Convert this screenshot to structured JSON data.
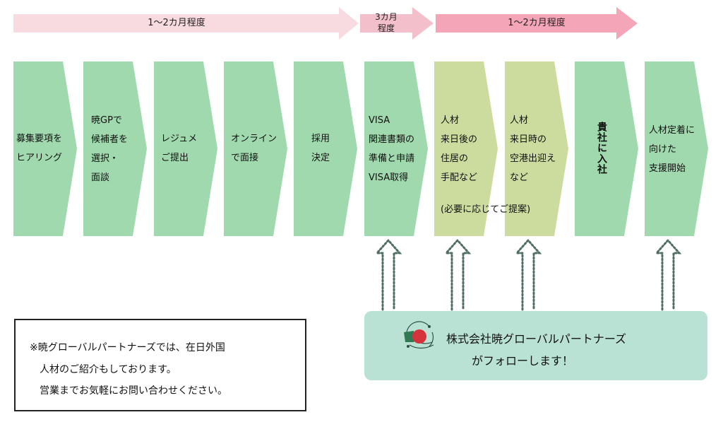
{
  "timeline": [
    {
      "label": "1〜2カ月程度",
      "color": "#f8dbe1"
    },
    {
      "label": "3カ月\n程度",
      "line1": "3カ月",
      "line2": "程度",
      "color": "#f3bfcb"
    },
    {
      "label": "1〜2カ月程度",
      "color": "#f4a6b8"
    }
  ],
  "colors": {
    "step_green": "#9fd9ad",
    "step_olive": "#ccdc9e",
    "follow_box": "#b9e2d4",
    "dotted_arrow": "#4f6f64",
    "logo_red": "#d5323c",
    "logo_green": "#2f7a52"
  },
  "steps": [
    {
      "lines": [
        "募集要項を",
        "ヒアリング"
      ],
      "tone": "green"
    },
    {
      "lines": [
        "暁GPで",
        "候補者を",
        "選択・",
        "面談"
      ],
      "tone": "green"
    },
    {
      "lines": [
        "レジュメ",
        "ご提出"
      ],
      "tone": "green"
    },
    {
      "lines": [
        "オンライン",
        "で面接"
      ],
      "tone": "green"
    },
    {
      "lines": [
        "採用",
        "決定"
      ],
      "tone": "green"
    },
    {
      "lines": [
        "VISA",
        "関連書類の",
        "準備と申請",
        "VISA取得"
      ],
      "tone": "green"
    },
    {
      "lines": [
        "人材",
        "来日後の",
        "住居の",
        "手配など"
      ],
      "tone": "olive"
    },
    {
      "lines": [
        "人材",
        "来日時の",
        "空港出迎え",
        "など"
      ],
      "tone": "olive"
    },
    {
      "lines": [
        "貴社に入社"
      ],
      "tone": "green",
      "vertical": true
    },
    {
      "lines": [
        "人材定着に",
        "向けた",
        "支援開始"
      ],
      "tone": "green"
    }
  ],
  "optional_note": "(必要に応じてご提案)",
  "follow": {
    "line1": "株式会社暁グローバルパートナーズ",
    "line2": "がフォローします！",
    "logo_icon": "company-logo-icon"
  },
  "note": {
    "line1": "※暁グローバルパートナーズでは、在日外国",
    "line2": "人材のご紹介もしております。",
    "line3": "営業までお気軽にお問い合わせください。"
  }
}
